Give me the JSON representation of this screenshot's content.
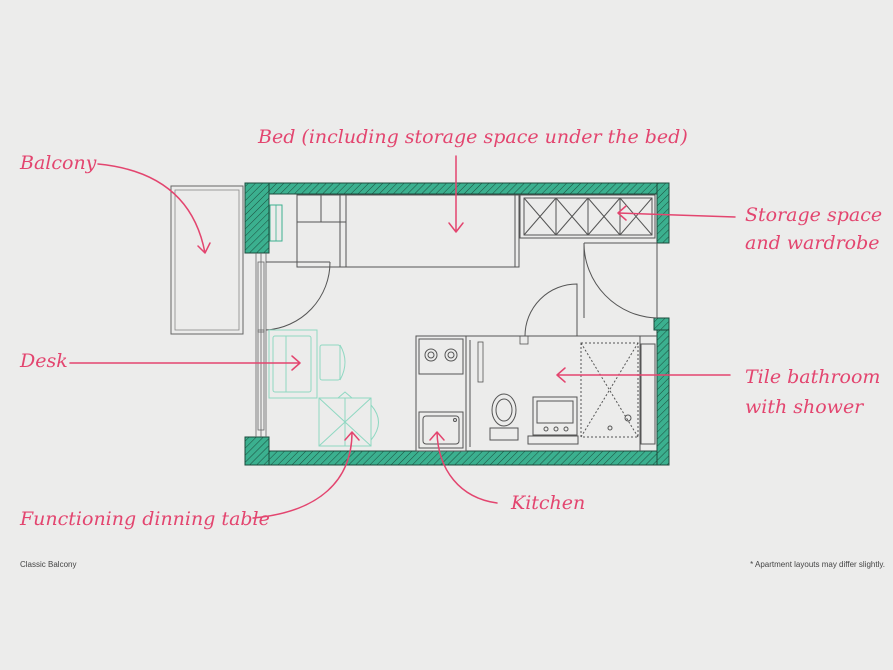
{
  "labels": {
    "bed": "Bed (including storage space under the bed)",
    "balcony": "Balcony",
    "storage_line1": "Storage space",
    "storage_line2": "and wardrobe",
    "desk": "Desk",
    "bathroom_line1": "Tile bathroom",
    "bathroom_line2": "with shower",
    "dining": "Functioning dinning table",
    "kitchen": "Kitchen"
  },
  "footer": {
    "caption": "Classic Balcony",
    "disclaimer": "* Apartment layouts may differ slightly."
  },
  "colors": {
    "background": "#ececeb",
    "wall": "#3bb08f",
    "wall_hatch": "#1d4c3d",
    "line": "#555555",
    "furniture_outline": "#8fd8c2",
    "accent": "#e3456f"
  }
}
